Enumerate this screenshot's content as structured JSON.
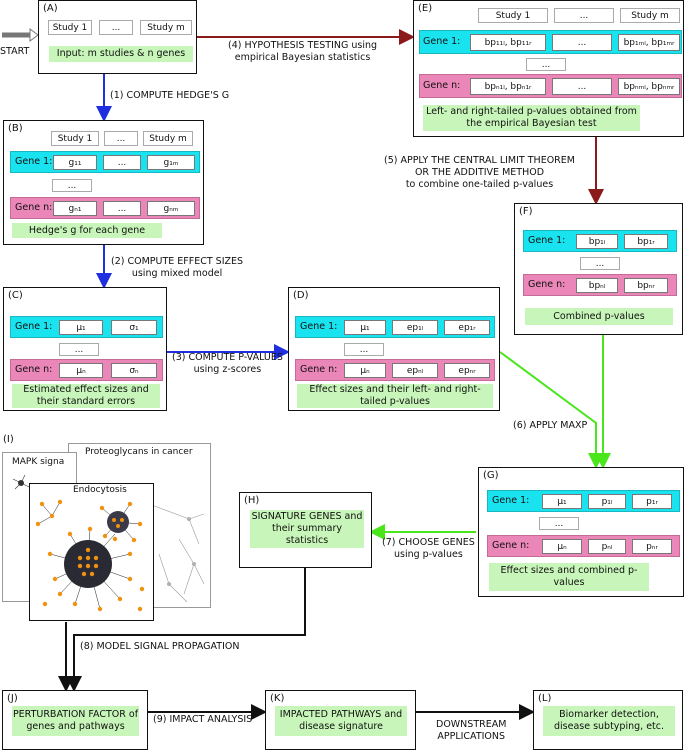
{
  "start_label": "START",
  "panelA": {
    "label": "(A)",
    "study1": "Study 1",
    "dots": "...",
    "studym": "Study m",
    "input": "Input: m studies & n genes"
  },
  "panelB": {
    "label": "(B)",
    "study1": "Study 1",
    "dots": "...",
    "studym": "Study m",
    "gene1": "Gene 1:",
    "genen": "Gene n:",
    "g11": "g₁₁",
    "gdots": "...",
    "g1m": "g₁ₘ",
    "rowdots": "...",
    "gn1": "gₙ₁",
    "gn_dots": "...",
    "gnm": "gₙₘ",
    "caption": "Hedge's g for each gene"
  },
  "panelC": {
    "label": "(C)",
    "gene1": "Gene 1:",
    "genen": "Gene n:",
    "mu1": "μ₁",
    "sigma1": "σ₁",
    "rowdots": "...",
    "mun": "μₙ",
    "sigman": "σₙ",
    "caption": "Estimated effect sizes and their standard errors"
  },
  "panelD": {
    "label": "(D)",
    "gene1": "Gene 1:",
    "genen": "Gene n:",
    "mu1": "μ₁",
    "ep1l": "ep₁ₗ",
    "ep1r": "ep₁ᵣ",
    "rowdots": "...",
    "mun": "μₙ",
    "epnl": "epₙₗ",
    "epnr": "epₙᵣ",
    "caption": "Effect sizes and their left- and right-tailed p-values"
  },
  "panelE": {
    "label": "(E)",
    "study1": "Study 1",
    "dots": "...",
    "studym": "Study m",
    "gene1": "Gene 1:",
    "genen": "Gene n:",
    "bp11": "bp₁₁ₗ, bp₁₁ᵣ",
    "bpdots": "...",
    "bp1m": "bp₁ₘₗ, bp₁ₘᵣ",
    "rowdots": "...",
    "bpn1": "bpₙ₁ₗ, bpₙ₁ᵣ",
    "bpn_dots": "...",
    "bpnm": "bpₙₘₗ, bpₙₘᵣ",
    "caption": "Left- and right-tailed p-values obtained from the empirical Bayesian test"
  },
  "panelF": {
    "label": "(F)",
    "gene1": "Gene 1:",
    "genen": "Gene n:",
    "bp1l": "bp₁ₗ",
    "bp1r": "bp₁ᵣ",
    "rowdots": "...",
    "bpnl": "bpₙₗ",
    "bpnr": "bpₙᵣ",
    "caption": "Combined p-values"
  },
  "panelG": {
    "label": "(G)",
    "gene1": "Gene 1:",
    "genen": "Gene n:",
    "mu1": "μ₁",
    "p1l": "p₁ₗ",
    "p1r": "p₁ᵣ",
    "rowdots": "...",
    "mun": "μₙ",
    "pnl": "pₙₗ",
    "pnr": "pₙᵣ",
    "caption": "Effect sizes and combined p-values"
  },
  "panelH": {
    "label": "(H)",
    "caption": "SIGNATURE GENES and their summary statistics"
  },
  "panelI": {
    "label": "(I)",
    "net1": "MAPK signa",
    "net2": "Proteoglycans in cancer",
    "net3": "Endocytosis"
  },
  "panelJ": {
    "label": "(J)",
    "caption": "PERTURBATION FACTOR of genes and pathways"
  },
  "panelK": {
    "label": "(K)",
    "caption": "IMPACTED PATHWAYS and disease signature"
  },
  "panelL": {
    "label": "(L)",
    "caption": "Biomarker detection, disease subtyping, etc."
  },
  "steps": {
    "s1": "(1) COMPUTE HEDGE'S G",
    "s2": "(2) COMPUTE EFFECT SIZES\nusing mixed model",
    "s3": "(3) COMPUTE P-VALUES\nusing z-scores",
    "s4": "(4) HYPOTHESIS TESTING using\nempirical Bayesian statistics",
    "s5": "(5) APPLY THE CENTRAL LIMIT THEOREM\nOR THE ADDITIVE METHOD\nto combine one-tailed p-values",
    "s6": "(6) APPLY MAXP",
    "s7": "(7) CHOOSE GENES\nusing p-values",
    "s8": "(8) MODEL SIGNAL PROPAGATION",
    "s9": "(9) IMPACT ANALYSIS",
    "s10": "DOWNSTREAM\nAPPLICATIONS"
  },
  "colors": {
    "cyan": "#19e3ee",
    "pink": "#ea87b8",
    "green_box": "#c8f6ba",
    "blue_arrow": "#1f2fe0",
    "red_arrow": "#8b1a1a",
    "green_arrow": "#49e61c",
    "orange_node": "#f0920e"
  }
}
